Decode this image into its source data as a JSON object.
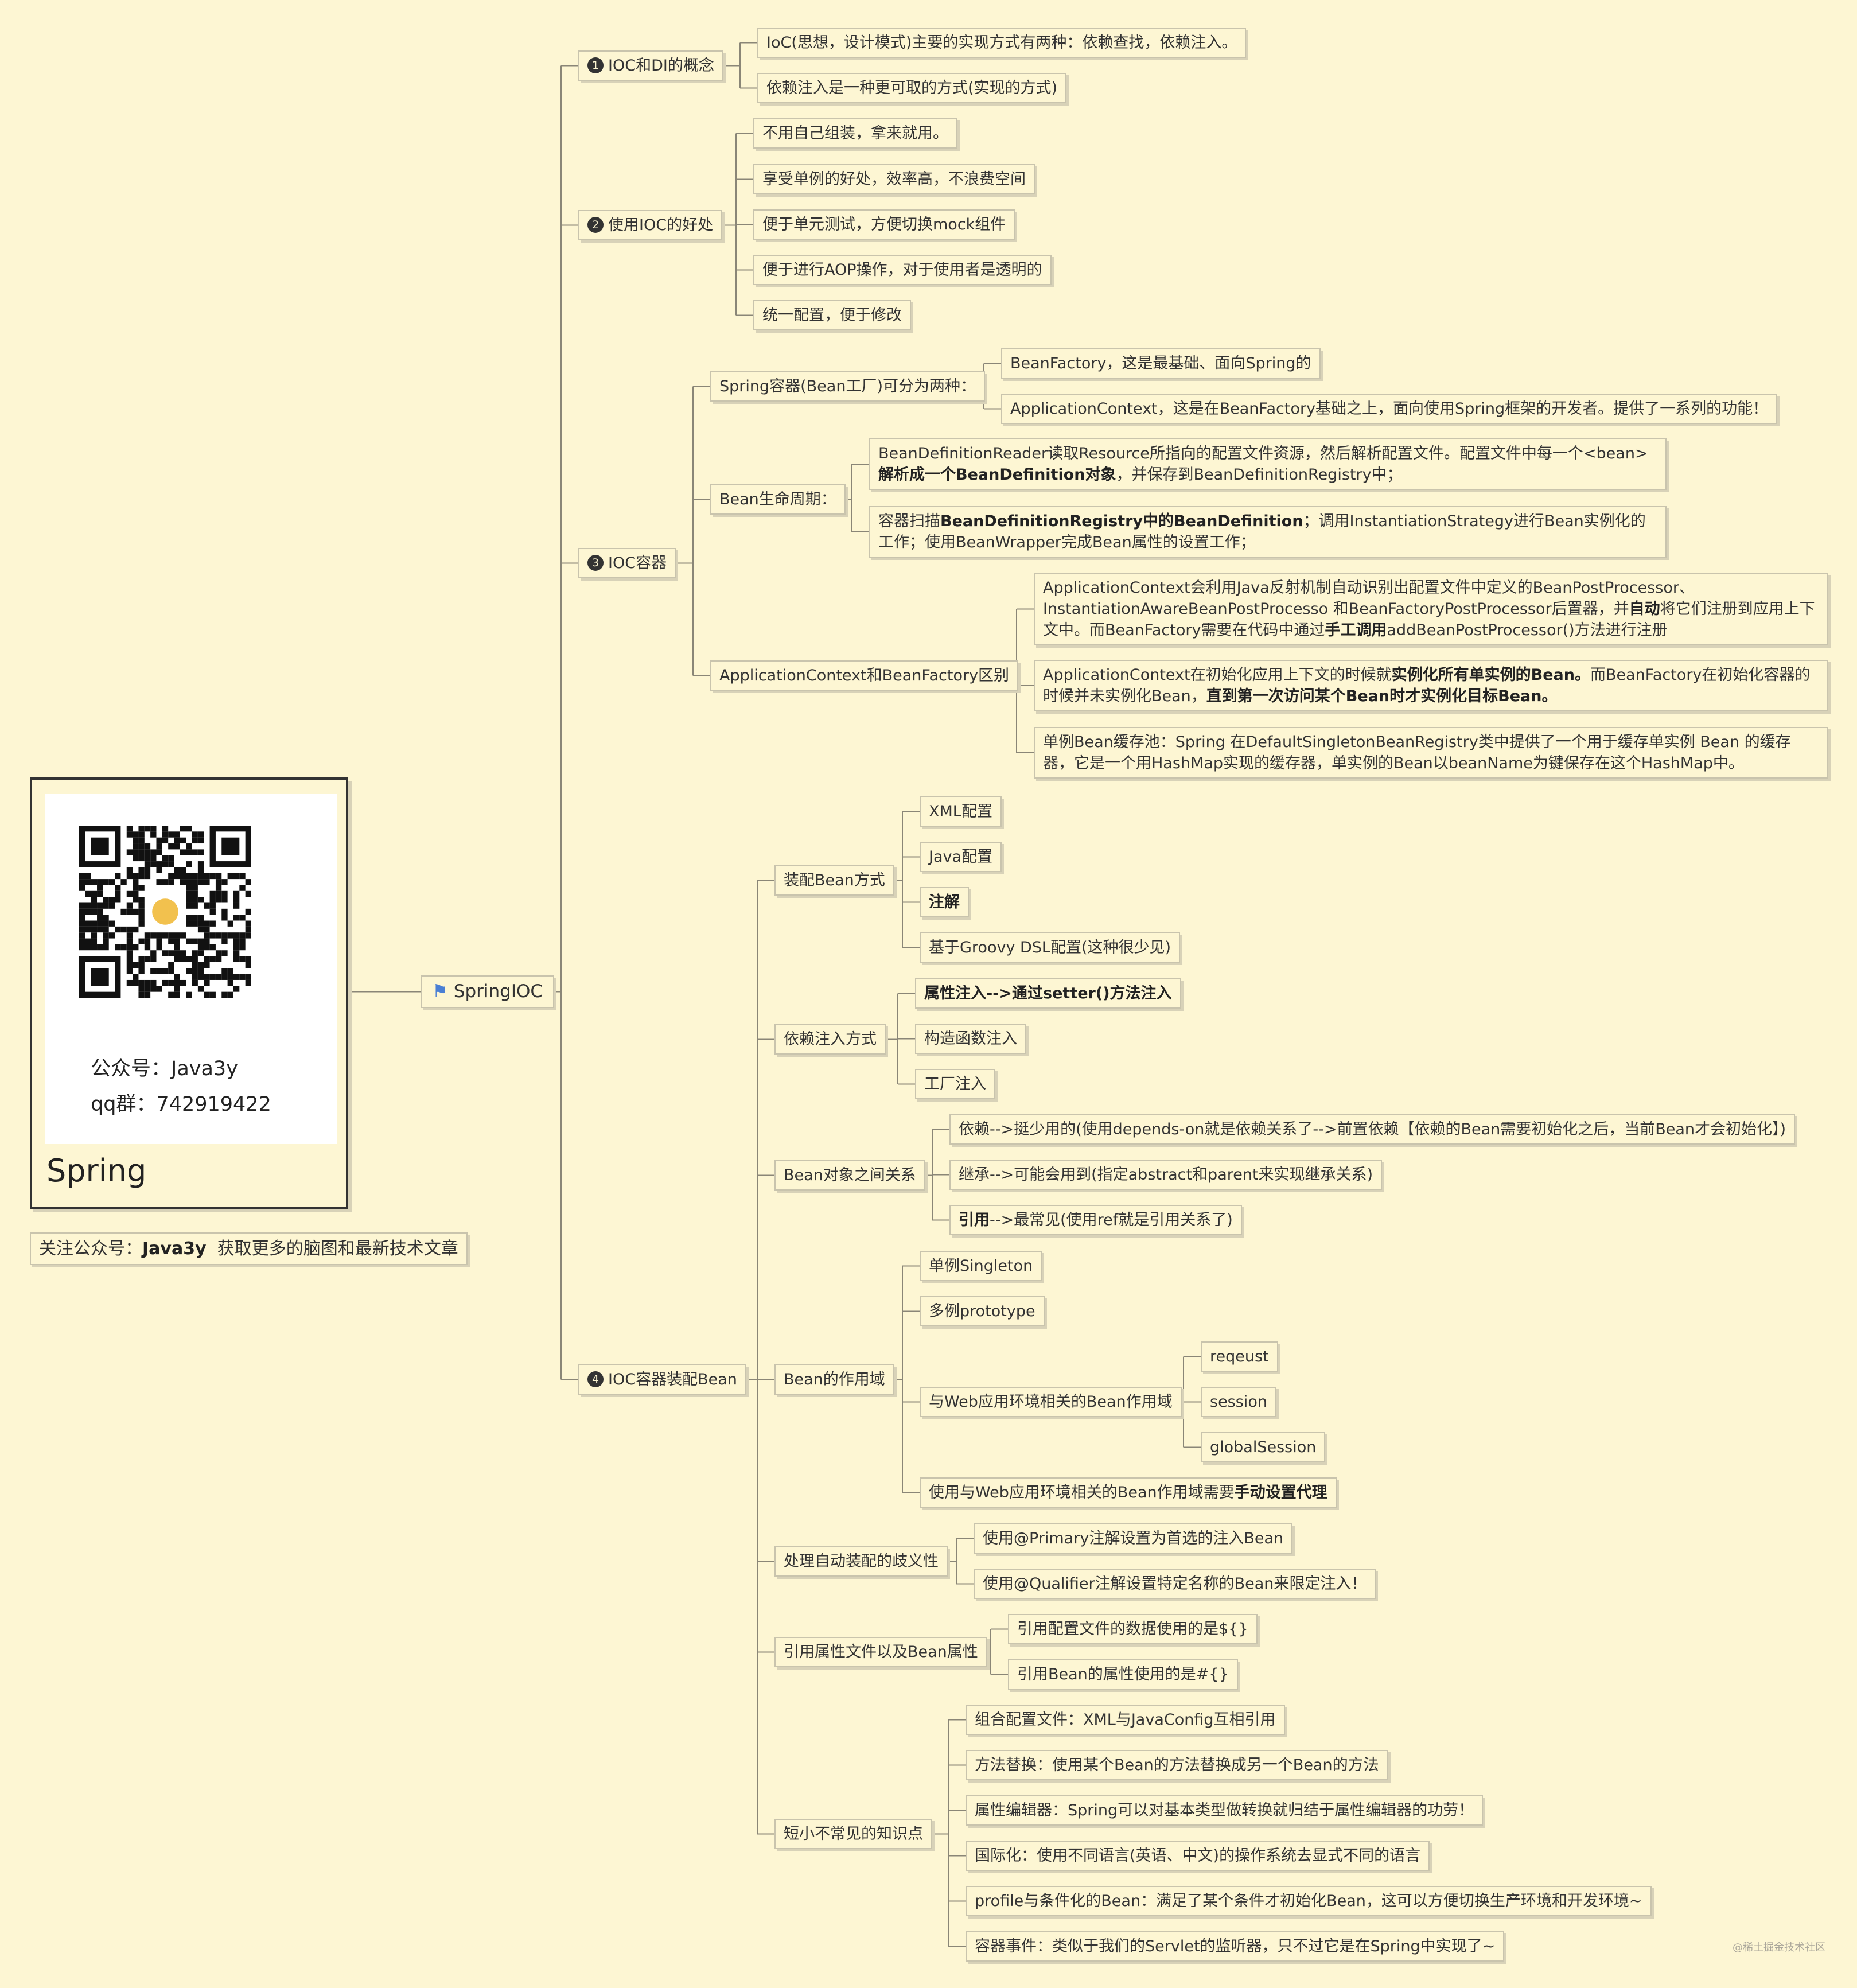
{
  "root": {
    "label": "SpringIOC",
    "icon": "flag-icon"
  },
  "branches": {
    "b1": {
      "number": "1",
      "label": "IOC和DI的概念",
      "items": [
        "IoC(思想，设计模式)主要的实现方式有两种：依赖查找，依赖注入。",
        "依赖注入是一种更可取的方式(实现的方式)"
      ]
    },
    "b2": {
      "number": "2",
      "label": "使用IOC的好处",
      "items": [
        "不用自己组装，拿来就用。",
        "享受单例的好处，效率高，不浪费空间",
        "便于单元测试，方便切换mock组件",
        "便于进行AOP操作，对于使用者是透明的",
        "统一配置，便于修改"
      ]
    },
    "b3": {
      "number": "3",
      "label": "IOC容器",
      "container": {
        "label": "Spring容器(Bean工厂)可分为两种：",
        "items": [
          "BeanFactory，这是最基础、面向Spring的",
          "ApplicationContext，这是在BeanFactory基础之上，面向使用Spring框架的开发者。提供了一系列的功能！"
        ]
      },
      "lifecycle": {
        "label": "Bean生命周期：",
        "i1": {
          "t1": "BeanDefinitionReader读取Resource所指向的配置文件资源，然后解析配置文件。配置文件中每一个<bean>",
          "b1": "解析成一个BeanDefinition对象",
          "t2": "，并保存到BeanDefinitionRegistry中；"
        },
        "i2": {
          "t1": "容器扫描",
          "b1": "BeanDefinitionRegistry中的BeanDefinition",
          "t2": "；调用InstantiationStrategy进行Bean实例化的工作；使用BeanWrapper完成Bean属性的设置工作；"
        }
      },
      "diff": {
        "label": "ApplicationContext和BeanFactory区别",
        "i1": {
          "t1": "ApplicationContext会利用Java反射机制自动识别出配置文件中定义的BeanPostProcessor、 InstantiationAwareBeanPostProcesso 和BeanFactoryPostProcessor后置器，并",
          "b1": "自动",
          "t2": "将它们注册到应用上下文中。而BeanFactory需要在代码中通过",
          "b2": "手工调用",
          "t3": "addBeanPostProcessor()方法进行注册"
        },
        "i2": {
          "t1": "ApplicationContext在初始化应用上下文的时候就",
          "b1": "实例化所有单实例的Bean。",
          "t2": "而BeanFactory在初始化容器的时候并未实例化Bean，",
          "b2": "直到第一次访问某个Bean时才实例化目标Bean。"
        },
        "i3": {
          "t1": "单例Bean缓存池：Spring 在DefaultSingletonBeanRegistry类中提供了一个用于缓存单实例 Bean 的缓存器，它是一个用HashMap实现的缓存器，单实例的Bean以beanName为键保存在这个HashMap中。"
        }
      }
    },
    "b4": {
      "number": "4",
      "label": "IOC容器装配Bean",
      "assemble": {
        "label": "装配Bean方式",
        "items": [
          "XML配置",
          "Java配置",
          "注解",
          "基于Groovy DSL配置(这种很少见)"
        ]
      },
      "inject": {
        "label": "依赖注入方式",
        "items": [
          "属性注入-->通过setter()方法注入",
          "构造函数注入",
          "工厂注入"
        ]
      },
      "relation": {
        "label": "Bean对象之间关系",
        "i1": "依赖-->挺少用的(使用depends-on就是依赖关系了-->前置依赖【依赖的Bean需要初始化之后，当前Bean才会初始化】)",
        "i2": "继承-->可能会用到(指定abstract和parent来实现继承关系)",
        "i3": {
          "b1": "引用",
          "t1": "-->最常见(使用ref就是引用关系了)"
        }
      },
      "scope": {
        "label": "Bean的作用域",
        "singleton": "单例Singleton",
        "prototype": "多例prototype",
        "web": {
          "label": "与Web应用环境相关的Bean作用域",
          "items": [
            "reqeust",
            "session",
            "globalSession"
          ]
        },
        "proxy": {
          "t1": "使用与Web应用环境相关的Bean作用域需要",
          "b1": "手动设置代理"
        }
      },
      "ambig": {
        "label": "处理自动装配的歧义性",
        "items": [
          "使用@Primary注解设置为首选的注入Bean",
          "使用@Qualifier注解设置特定名称的Bean来限定注入！"
        ]
      },
      "props": {
        "label": "引用属性文件以及Bean属性",
        "items": [
          "引用配置文件的数据使用的是${}",
          "引用Bean的属性使用的是#{}"
        ]
      },
      "misc": {
        "label": "短小不常见的知识点",
        "items": [
          "组合配置文件：XML与JavaConfig互相引用",
          "方法替换：使用某个Bean的方法替换成另一个Bean的方法",
          "属性编辑器：Spring可以对基本类型做转换就归结于属性编辑器的功劳！",
          "国际化：使用不同语言(英语、中文)的操作系统去显式不同的语言",
          "profile与条件化的Bean：满足了某个条件才初始化Bean，这可以方便切换生产环境和开发环境~",
          "容器事件：类似于我们的Servlet的监听器，只不过它是在Spring中实现了~"
        ]
      }
    }
  },
  "card": {
    "wechat": "公众号：Java3y",
    "qq": "qq群：742919422",
    "title": "Spring"
  },
  "follow": {
    "t1": "关注公众号：",
    "b1": "Java3y",
    "t2": "  获取更多的脑图和最新技术文章"
  },
  "watermark": "@稀土掘金技术社区",
  "colors": {
    "background": "#fdf6d3",
    "line": "#8a8677",
    "border": "#c9c4ad",
    "number_badge": "#333333",
    "flag": "#4a7fd4"
  }
}
